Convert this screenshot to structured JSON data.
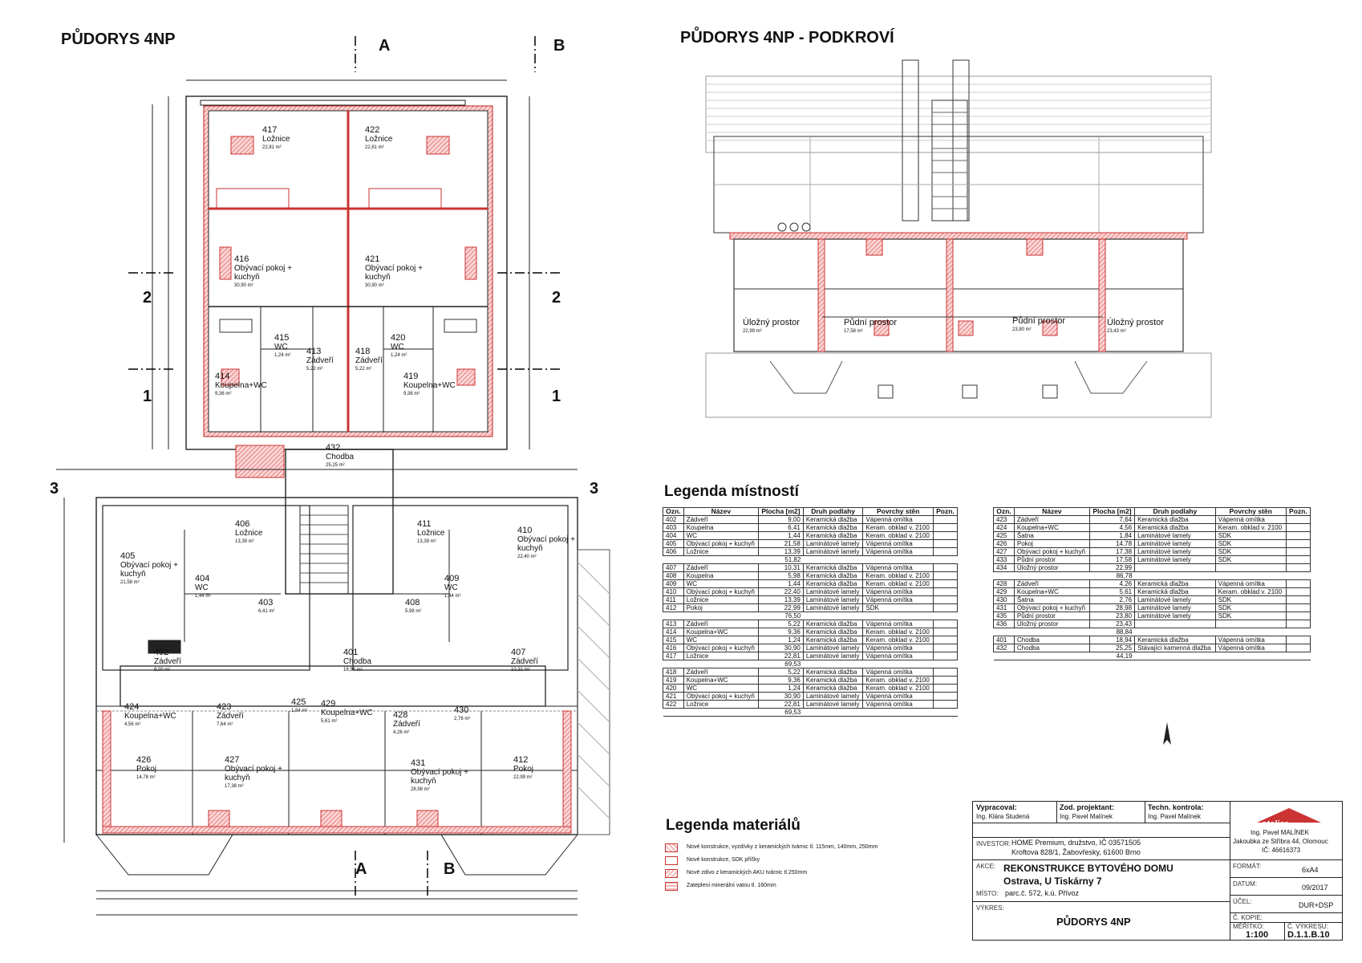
{
  "titles": {
    "left": "PŮDORYS 4NP",
    "right": "PŮDORYS 4NP - PODKROVÍ"
  },
  "section_marks": [
    "A",
    "B",
    "2",
    "2",
    "1",
    "1",
    "3",
    "3",
    "A",
    "B"
  ],
  "rooms_top": [
    {
      "n": "417",
      "name": "Ložnice",
      "area": "22,81 m²"
    },
    {
      "n": "422",
      "name": "Ložnice",
      "area": "22,81 m²"
    },
    {
      "n": "416",
      "name": "Obývací pokoj + kuchyň",
      "area": "30,90 m²"
    },
    {
      "n": "421",
      "name": "Obývací pokoj + kuchyň",
      "area": "30,90 m²"
    },
    {
      "n": "415",
      "name": "WC",
      "area": "1,24 m²"
    },
    {
      "n": "420",
      "name": "WC",
      "area": "1,24 m²"
    },
    {
      "n": "413",
      "name": "Zádveří",
      "area": "5,22 m²"
    },
    {
      "n": "418",
      "name": "Zádveří",
      "area": "5,22 m²"
    },
    {
      "n": "414",
      "name": "Koupelna+WC",
      "area": "9,36 m²"
    },
    {
      "n": "419",
      "name": "Koupelna+WC",
      "area": "9,36 m²"
    },
    {
      "n": "432",
      "name": "Chodba",
      "area": "25,25 m²"
    }
  ],
  "rooms_bottom": [
    {
      "n": "405",
      "name": "Obývací pokoj + kuchyň",
      "area": "21,58 m²"
    },
    {
      "n": "406",
      "name": "Ložnice",
      "area": "13,39 m²"
    },
    {
      "n": "411",
      "name": "Ložnice",
      "area": "13,39 m²"
    },
    {
      "n": "410",
      "name": "Obývací pokoj + kuchyň",
      "area": "22,40 m²"
    },
    {
      "n": "404",
      "name": "WC",
      "area": "1,44 m²"
    },
    {
      "n": "403",
      "name": "",
      "area": "6,41 m²"
    },
    {
      "n": "408",
      "name": "",
      "area": "5,98 m²"
    },
    {
      "n": "409",
      "name": "WC",
      "area": "1,44 m²"
    },
    {
      "n": "402",
      "name": "Zádveří",
      "area": "9,00 m²"
    },
    {
      "n": "401",
      "name": "Chodba",
      "area": "18,94 m²"
    },
    {
      "n": "407",
      "name": "Zádveří",
      "area": "10,31 m²"
    },
    {
      "n": "424",
      "name": "Koupelna+WC",
      "area": "4,56 m²"
    },
    {
      "n": "423",
      "name": "Zádveří",
      "area": "7,64 m²"
    },
    {
      "n": "425",
      "name": "",
      "area": "1,84 m²"
    },
    {
      "n": "429",
      "name": "Koupelna+WC",
      "area": "5,61 m²"
    },
    {
      "n": "428",
      "name": "Zádveří",
      "area": "4,26 m²"
    },
    {
      "n": "430",
      "name": "",
      "area": "2,76 m²"
    },
    {
      "n": "426",
      "name": "Pokoj",
      "area": "14,78 m²"
    },
    {
      "n": "427",
      "name": "Obývací pokoj + kuchyň",
      "area": "17,38 m²"
    },
    {
      "n": "431",
      "name": "Obývací pokoj + kuchyň",
      "area": "28,98 m²"
    },
    {
      "n": "412",
      "name": "Pokoj",
      "area": "22,99 m²"
    }
  ],
  "rooms_attic": [
    {
      "name": "Úložný prostor",
      "area": "22,99 m²"
    },
    {
      "name": "Půdní prostor",
      "area": "17,58 m²"
    },
    {
      "name": "Půdní prostor",
      "area": "23,80 m²"
    },
    {
      "name": "Úložný prostor",
      "area": "23,43 m²"
    }
  ],
  "legend_rooms_title": "Legenda místností",
  "legend_headers": [
    "Ozn.",
    "Název",
    "Plocha [m2]",
    "Druh podlahy",
    "Povrchy stěn",
    "Pozn."
  ],
  "legend_left": [
    [
      "402",
      "Zádveří",
      "9,00",
      "Keramická dlažba",
      "Vápenná omítka",
      ""
    ],
    [
      "403",
      "Koupelna",
      "6,41",
      "Keramická dlažba",
      "Keram. obklad v. 2100",
      ""
    ],
    [
      "404",
      "WC",
      "1,44",
      "Keramická dlažba",
      "Keram. obklad v. 2100",
      ""
    ],
    [
      "405",
      "Obývací pokoj + kuchyň",
      "21,58",
      "Laminátové lamely",
      "Vápenná omítka",
      ""
    ],
    [
      "406",
      "Ložnice",
      "13,39",
      "Laminátové lamely",
      "Vápenná omítka",
      ""
    ],
    [
      "",
      "",
      "51,82",
      "",
      "",
      ""
    ],
    [
      "407",
      "Zádveří",
      "10,31",
      "Keramická dlažba",
      "Vápenná omítka",
      ""
    ],
    [
      "408",
      "Koupelna",
      "5,98",
      "Keramická dlažba",
      "Keram. obklad v. 2100",
      ""
    ],
    [
      "409",
      "WC",
      "1,44",
      "Keramická dlažba",
      "Keram. obklad v. 2100",
      ""
    ],
    [
      "410",
      "Obývací pokoj + kuchyň",
      "22,40",
      "Laminátové lamely",
      "Vápenná omítka",
      ""
    ],
    [
      "411",
      "Ložnice",
      "13,39",
      "Laminátové lamely",
      "Vápenná omítka",
      ""
    ],
    [
      "412",
      "Pokoj",
      "22,99",
      "Laminátové lamely",
      "SDK",
      ""
    ],
    [
      "",
      "",
      "76,50",
      "",
      "",
      ""
    ],
    [
      "413",
      "Zádveří",
      "5,22",
      "Keramická dlažba",
      "Vápenná omítka",
      ""
    ],
    [
      "414",
      "Koupelna+WC",
      "9,36",
      "Keramická dlažba",
      "Keram. obklad v. 2100",
      ""
    ],
    [
      "415",
      "WC",
      "1,24",
      "Keramická dlažba",
      "Keram. obklad v. 2100",
      ""
    ],
    [
      "416",
      "Obývací pokoj + kuchyň",
      "30,90",
      "Laminátové lamely",
      "Vápenná omítka",
      ""
    ],
    [
      "417",
      "Ložnice",
      "22,81",
      "Laminátové lamely",
      "Vápenná omítka",
      ""
    ],
    [
      "",
      "",
      "69,53",
      "",
      "",
      ""
    ],
    [
      "418",
      "Zádveří",
      "5,22",
      "Keramická dlažba",
      "Vápenná omítka",
      ""
    ],
    [
      "419",
      "Koupelna+WC",
      "9,36",
      "Keramická dlažba",
      "Keram. obklad v. 2100",
      ""
    ],
    [
      "420",
      "WC",
      "1,24",
      "Keramická dlažba",
      "Keram. obklad v. 2100",
      ""
    ],
    [
      "421",
      "Obývací pokoj + kuchyň",
      "30,90",
      "Laminátové lamely",
      "Vápenná omítka",
      ""
    ],
    [
      "422",
      "Ložnice",
      "22,81",
      "Laminátové lamely",
      "Vápenná omítka",
      ""
    ],
    [
      "",
      "",
      "69,53",
      "",
      "",
      ""
    ]
  ],
  "legend_right": [
    [
      "423",
      "Zádveří",
      "7,64",
      "Keramická dlažba",
      "Vápenná omítka",
      ""
    ],
    [
      "424",
      "Koupelna+WC",
      "4,56",
      "Keramická dlažba",
      "Keram. obklad v. 2100",
      ""
    ],
    [
      "425",
      "Šatna",
      "1,84",
      "Laminátové lamely",
      "SDK",
      ""
    ],
    [
      "426",
      "Pokoj",
      "14,78",
      "Laminátové lamely",
      "SDK",
      ""
    ],
    [
      "427",
      "Obývací pokoj + kuchyň",
      "17,38",
      "Laminátové lamely",
      "SDK",
      ""
    ],
    [
      "433",
      "Půdní prostor",
      "17,58",
      "Laminátové lamely",
      "SDK",
      ""
    ],
    [
      "434",
      "Úložný prostor",
      "22,99",
      "",
      "",
      ""
    ],
    [
      "",
      "",
      "86,78",
      "",
      "",
      ""
    ],
    [
      "428",
      "Zádveří",
      "4,26",
      "Keramická dlažba",
      "Vápenná omítka",
      ""
    ],
    [
      "429",
      "Koupelna+WC",
      "5,61",
      "Keramická dlažba",
      "Keram. obklad v. 2100",
      ""
    ],
    [
      "430",
      "Šatna",
      "2,76",
      "Laminátové lamely",
      "SDK",
      ""
    ],
    [
      "431",
      "Obývací pokoj + kuchyň",
      "28,98",
      "Laminátové lamely",
      "SDK",
      ""
    ],
    [
      "435",
      "Půdní prostor",
      "23,80",
      "Laminátové lamely",
      "SDK",
      ""
    ],
    [
      "436",
      "Úložný prostor",
      "23,43",
      "",
      "",
      ""
    ],
    [
      "",
      "",
      "88,84",
      "",
      "",
      ""
    ],
    [
      "401",
      "Chodba",
      "18,94",
      "Keramická dlažba",
      "Vápenná omítka",
      ""
    ],
    [
      "432",
      "Chodba",
      "25,25",
      "Stávající kamenná dlažba",
      "Vápenná omítka",
      ""
    ],
    [
      "",
      "",
      "44,19",
      "",
      "",
      ""
    ]
  ],
  "legend_materials_title": "Legenda materiálů",
  "materials": [
    "Nové konstrukce, vyzdívky z keramických tvárnic tl. 115mm, 140mm, 250mm",
    "Nové konstrukce, SDK příčky",
    "Nové zdivo z keramických AKU tvárnic tl.250mm",
    "Zateplení minerální vatou tl. 160mm"
  ],
  "title_block": {
    "vypracoval_label": "Vypracoval:",
    "vypracoval": "Ing. Klára Studená",
    "zod_label": "Zod. projektant:",
    "zod": "Ing. Pavel Malínek",
    "kontrola_label": "Techn. kontrola:",
    "kontrola": "Ing. Pavel Malínek",
    "logo": "atelier",
    "firm_name": "Ing. Pavel MALÍNEK",
    "firm_address": "Jakoubka ze Stříbra 44, Olomouc",
    "firm_ic": "IČ: 46616373",
    "investor_label": "INVESTOR:",
    "investor_1": "HOME Premium, družstvo, IČ 03571505",
    "investor_2": "Kroftova 828/1, Žabovřesky, 61600 Brno",
    "akce_label": "AKCE:",
    "akce_1": "REKONSTRUKCE BYTOVÉHO DOMU",
    "akce_2": "Ostrava, U Tiskárny 7",
    "misto_label": "MÍSTO:",
    "misto": "parc.č. 572, k.ú. Přívoz",
    "vykres_label": "VÝKRES:",
    "vykres": "PŮDORYS 4NP",
    "format_label": "FORMÁT:",
    "format": "6xA4",
    "datum_label": "DATUM:",
    "datum": "09/2017",
    "ucel_label": "ÚČEL:",
    "ucel": "DUR+DSP",
    "kopie_label": "Č. KOPIE:",
    "kopie": "",
    "meritko_label": "MĚŘÍTKO:",
    "meritko": "1:100",
    "cislo_label": "Č. VÝKRESU:",
    "cislo": "D.1.1.B.10"
  }
}
